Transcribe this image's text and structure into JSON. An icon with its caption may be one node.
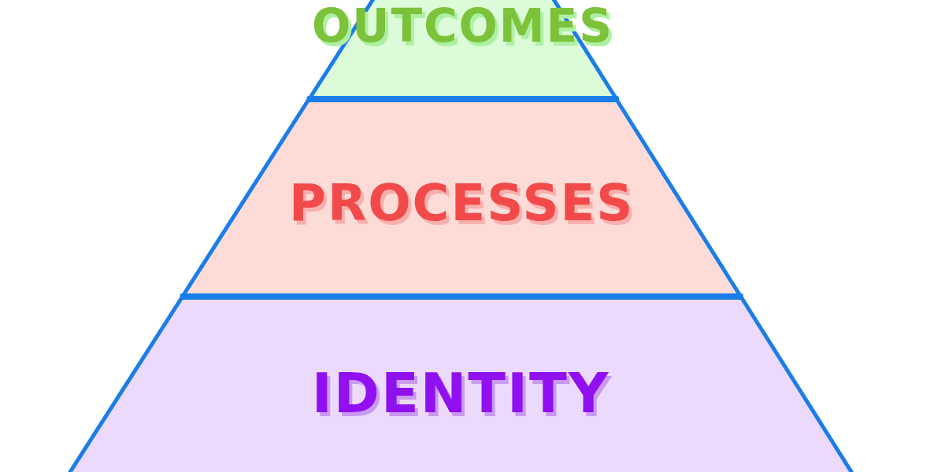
{
  "diagram": {
    "nodes": [
      {
        "text": [
          "OUTCOMES"
        ]
      },
      {
        "text": [
          "PROCESSES"
        ]
      },
      {
        "text": [
          "IDENTITY"
        ]
      }
    ]
  }
}
